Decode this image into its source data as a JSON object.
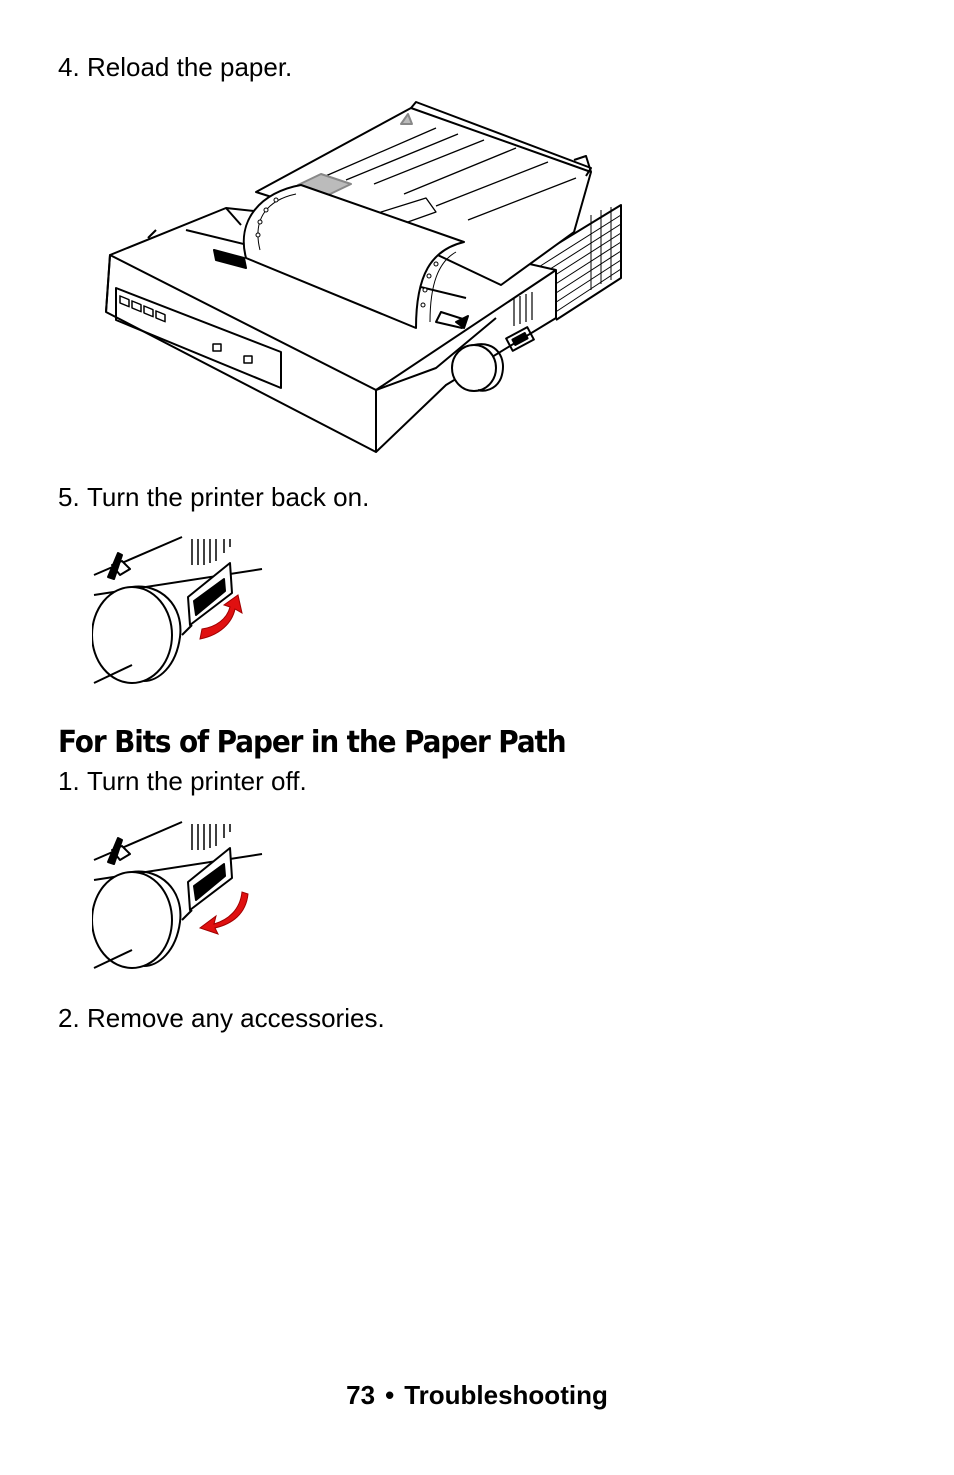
{
  "steps": [
    {
      "number": "4.",
      "text": "Reload the paper."
    },
    {
      "number": "5.",
      "text": "Turn the printer back on."
    },
    {
      "number": "1.",
      "text": "Turn the printer off."
    },
    {
      "number": "2.",
      "text": "Remove any accessories."
    }
  ],
  "section_heading": "For Bits of Paper in the Paper Path",
  "footer": {
    "page_number": "73",
    "bullet": "•",
    "section": "Troubleshooting"
  },
  "figures": {
    "printer": {
      "icon": "printer-with-paper-loaded"
    },
    "power_on": {
      "icon": "power-switch-on-icon",
      "arrow_direction": "up",
      "arrow_color": "#e01010"
    },
    "power_off": {
      "icon": "power-switch-off-icon",
      "arrow_direction": "down",
      "arrow_color": "#e01010"
    }
  }
}
